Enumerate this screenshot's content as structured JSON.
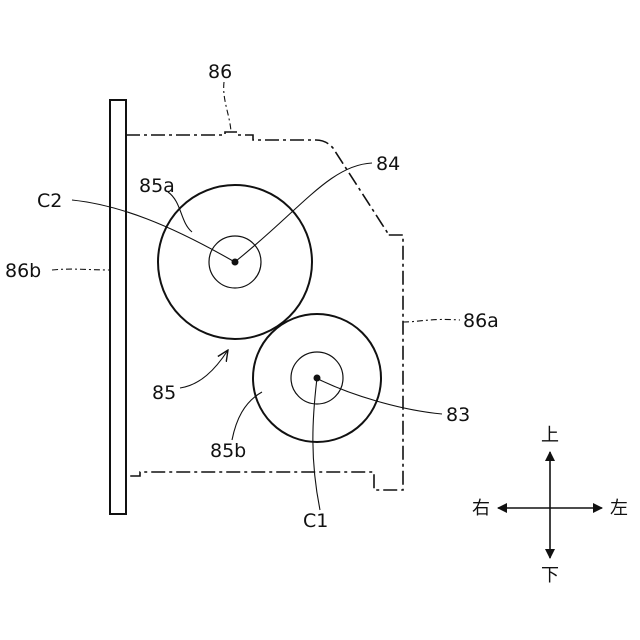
{
  "labels": {
    "l86": "86",
    "l84": "84",
    "l85a": "85a",
    "lC2": "C2",
    "l86b": "86b",
    "l86a": "86a",
    "l85": "85",
    "l83": "83",
    "l85b": "85b",
    "lC1": "C1"
  },
  "directions": {
    "up": "上",
    "down": "下",
    "left_side": "右",
    "right_side": "左"
  }
}
